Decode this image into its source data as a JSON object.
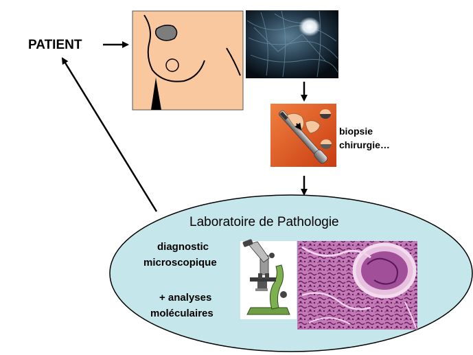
{
  "patient": {
    "label": "PATIENT"
  },
  "procedure": {
    "line1": "biopsie",
    "line2": "chirurgie…"
  },
  "lab": {
    "title": "Laboratoire de Pathologie",
    "diagnostic_line1": "diagnostic",
    "diagnostic_line2": "microscopique",
    "analyses_line1": "+ analyses",
    "analyses_line2": "moléculaires"
  },
  "colors": {
    "skin": "#f9c89e",
    "lab_ellipse": "#c5e6ea",
    "biopsy_bg": "#e0521a",
    "histology": "#b0569c",
    "mammogram_bg": "#0c1a24"
  }
}
